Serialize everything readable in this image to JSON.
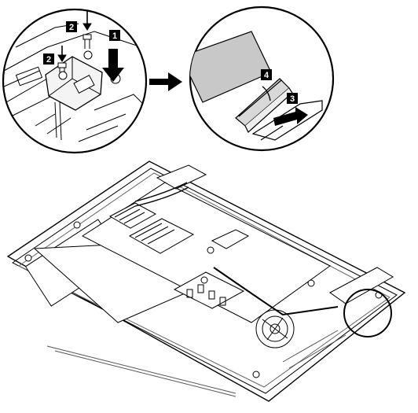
{
  "callouts": {
    "step1": "1",
    "step2a": "2",
    "step2b": "2",
    "step3": "3",
    "step4": "4"
  },
  "colors": {
    "line": "#000000",
    "paper": "#ffffff",
    "cable": "#c8c8c8",
    "callout_bg": "#000000",
    "callout_text": "#ffffff"
  }
}
